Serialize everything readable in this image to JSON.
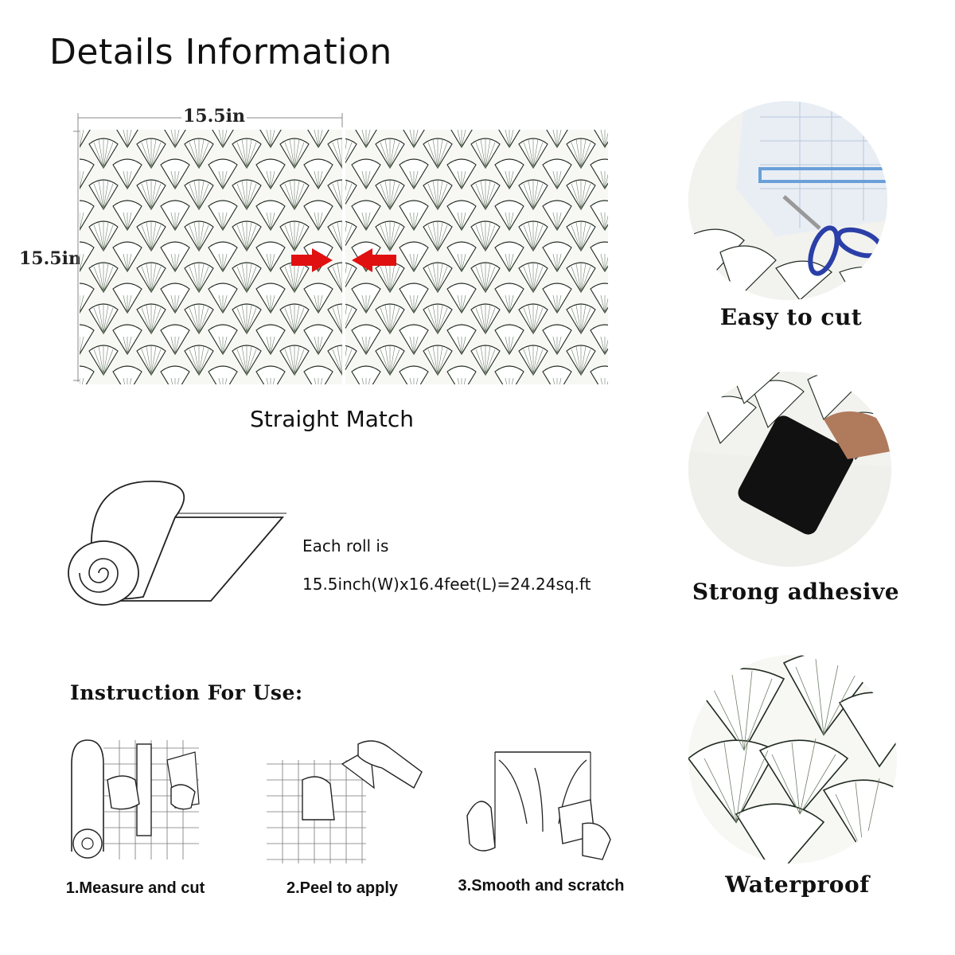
{
  "header": {
    "title": "Details Information"
  },
  "dimensions": {
    "width_label": "15.5in",
    "height_label": "15.5in"
  },
  "match": {
    "caption": "Straight Match"
  },
  "roll": {
    "line1": "Each roll is",
    "line2": "15.5inch(W)x16.4feet(L)=24.24sq.ft"
  },
  "features": [
    {
      "label": "Easy to cut",
      "icon": "scissors-cutting-icon"
    },
    {
      "label": "Strong adhesive",
      "icon": "phone-adhesive-icon"
    },
    {
      "label": "Waterproof",
      "icon": "ginkgo-closeup-icon"
    }
  ],
  "instructions": {
    "title": "Instruction For Use:",
    "steps": [
      {
        "label": "1.Measure and cut"
      },
      {
        "label": "2.Peel to apply"
      },
      {
        "label": "3.Smooth and scratch"
      }
    ]
  },
  "colors": {
    "arrow": "#e01010",
    "leaf_line": "#1f2a1f",
    "leaf_tint": "#6f7d68",
    "background": "#ffffff"
  }
}
